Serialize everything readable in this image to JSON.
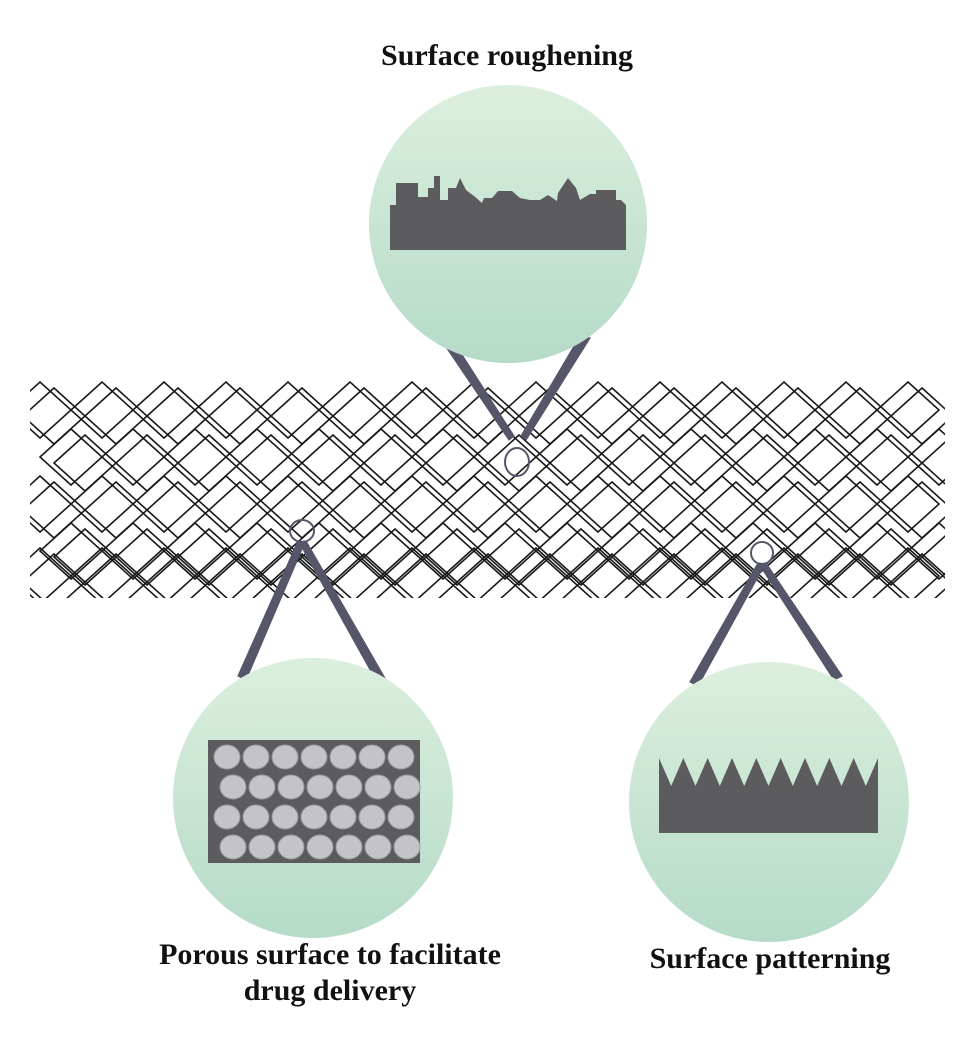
{
  "labels": {
    "roughening": "Surface roughening",
    "porous_line1": "Porous surface to facilitate",
    "porous_line2": "drug delivery",
    "patterning": "Surface patterning"
  },
  "colors": {
    "circle_top": "#dcefde",
    "circle_bottom": "#b5dbc8",
    "surface_gray": "#5c5c5f",
    "pore_gray": "#c4c4c6",
    "connector": "#55566a",
    "mesh_stroke": "#1a1a1a"
  }
}
